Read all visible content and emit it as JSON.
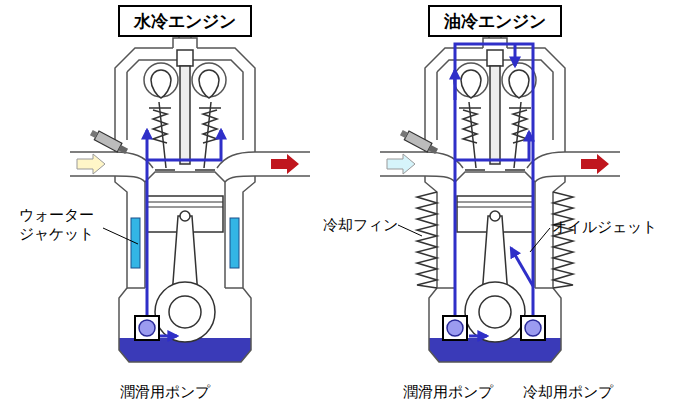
{
  "diagram": {
    "nodes": [
      {
        "text": [
          "水冷エンジン"
        ]
      },
      {
        "text": [
          "油冷エンジン"
        ]
      }
    ],
    "labels": [
      "ウォーター ジャケット",
      "冷却フィン",
      "オイルジェット",
      "潤滑用ポンプ",
      "潤滑用ポンプ",
      "冷却用ポンプ"
    ]
  }
}
